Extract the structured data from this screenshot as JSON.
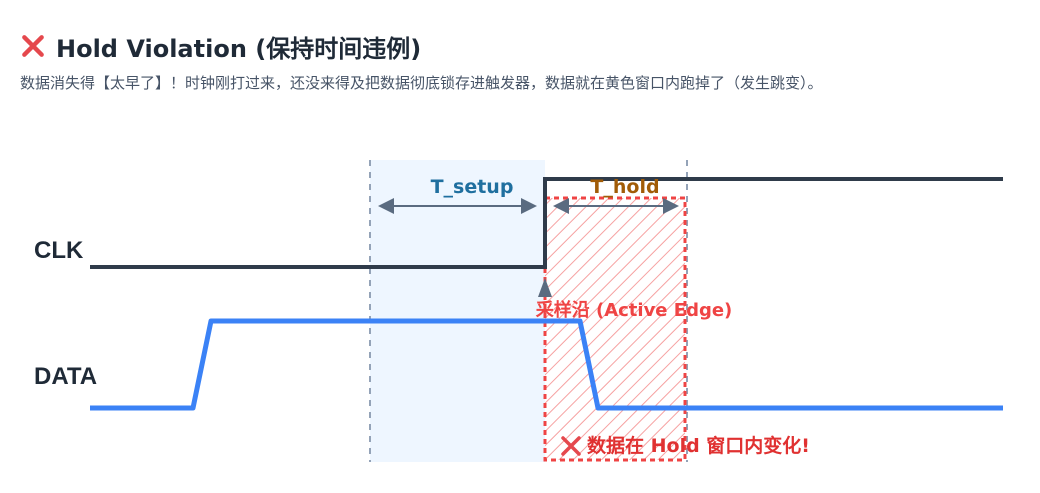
{
  "header": {
    "title": "Hold Violation (保持时间违例)",
    "description": "数据消失得【太早了】！时钟刚打过来，还没来得及把数据彻底锁存进触发器，数据就在黄色窗口内跑掉了（发生跳变）。"
  },
  "diagram": {
    "signals": {
      "clk": "CLK",
      "data": "DATA"
    },
    "annotations": {
      "setup": "T_setup",
      "hold": "T_hold",
      "edge": "采样沿 (Active Edge)",
      "violation": "数据在 Hold 窗口内变化!"
    },
    "colors": {
      "title_icon": "#e5484d",
      "clk_line": "#2f3b4a",
      "data_line": "#3b82f6",
      "setup_fill": "#eef6ff",
      "hold_border": "#ef4444",
      "hatch": "#f6a1a1",
      "setup_text": "#1f6f9f",
      "hold_text": "#a15c07",
      "arrow": "#5a6b80",
      "violation_text": "#e03131"
    }
  }
}
